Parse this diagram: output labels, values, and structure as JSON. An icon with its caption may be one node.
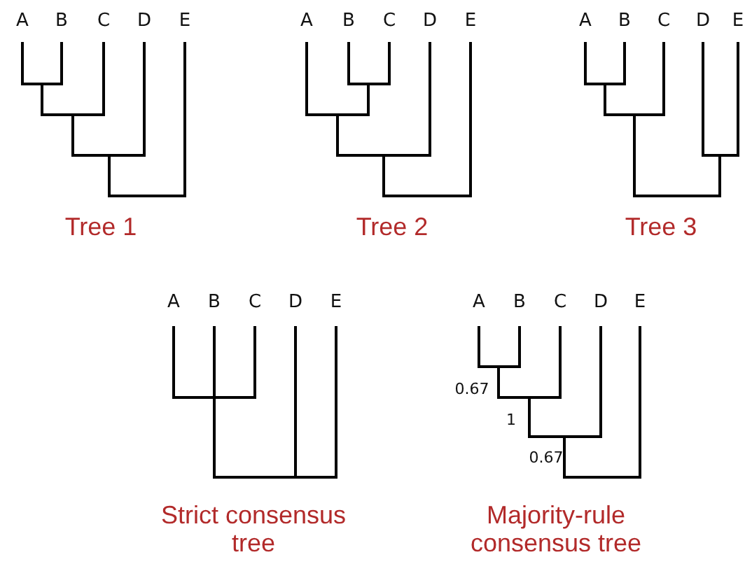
{
  "diagram": {
    "labels": [
      "A",
      "B",
      "C",
      "D",
      "E",
      "A",
      "B",
      "C",
      "D",
      "E",
      "A",
      "B",
      "C",
      "D",
      "E",
      "Tree 1",
      "Tree 2",
      "Tree 3",
      "A",
      "B",
      "C",
      "D",
      "E",
      "A",
      "B",
      "C",
      "D",
      "E",
      "0.67",
      "1",
      "0.67",
      "Strict consensus tree",
      "Majority-rule consensus tree"
    ]
  }
}
